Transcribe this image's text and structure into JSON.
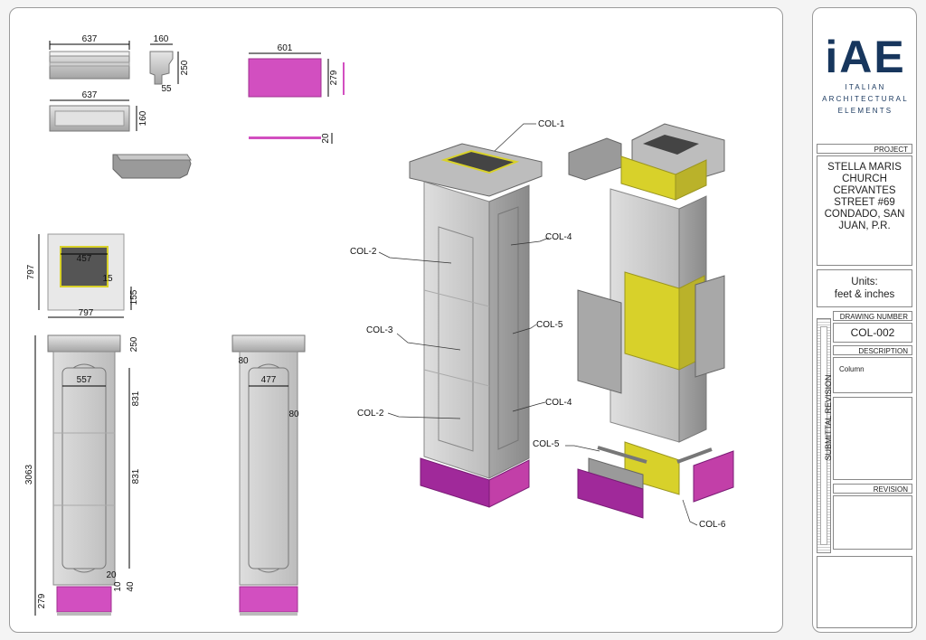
{
  "title_block": {
    "logo_mark": "iAE",
    "logo_line1": "ITALIAN",
    "logo_line2": "ARCHITECTURAL",
    "logo_line3": "ELEMENTS",
    "project_label": "PROJECT",
    "project_lines": [
      "STELLA MARIS",
      "CHURCH",
      "CERVANTES",
      "STREET #69",
      "CONDADO, SAN",
      "JUAN, P.R."
    ],
    "units_lines": [
      "Units:",
      "feet & inches"
    ],
    "drawing_number_label": "DRAWING NUMBER",
    "drawing_number": "COL-002",
    "description_label": "DESCRIPTION",
    "description": "Column",
    "revision_label": "REVISION",
    "submittal_label": "SUBMITTAL REVISION"
  },
  "dimensions": {
    "cap_side_width": "637",
    "cap_profile_width": "160",
    "cap_profile_height": "250",
    "cap_profile_depth": "55",
    "cap_bottom_width": "637",
    "cap_bottom_height": "160",
    "base_plate_width": "601",
    "base_plate_height": "279",
    "base_plate_thickness": "20",
    "plan_outer": "797",
    "plan_outer_bottom": "797",
    "plan_inner": "457",
    "plan_wall": "15",
    "plan_offset": "155",
    "front_cap_height": "250",
    "front_panel_width": "557",
    "front_panel_upper": "831",
    "front_panel_lower": "831",
    "front_total_height": "3063",
    "front_base_height": "279",
    "front_detail_a": "20",
    "front_detail_b": "10",
    "front_detail_c": "40",
    "side_margin": "80",
    "side_panel_width": "477",
    "side_depth": "80"
  },
  "labels": {
    "col1": "COL-1",
    "col2_upper": "COL-2",
    "col3": "COL-3",
    "col2_lower": "COL-2",
    "col4_upper": "COL-4",
    "col5_right": "COL-5",
    "col4_lower": "COL-4",
    "col5_exploded": "COL-5",
    "col6": "COL-6"
  },
  "colors": {
    "accent_magenta": "#c23fa8",
    "accent_yellow": "#d8d12a",
    "stone": "#c9c9c9",
    "stone_dark": "#8e8e8e",
    "brand": "#17365d"
  }
}
